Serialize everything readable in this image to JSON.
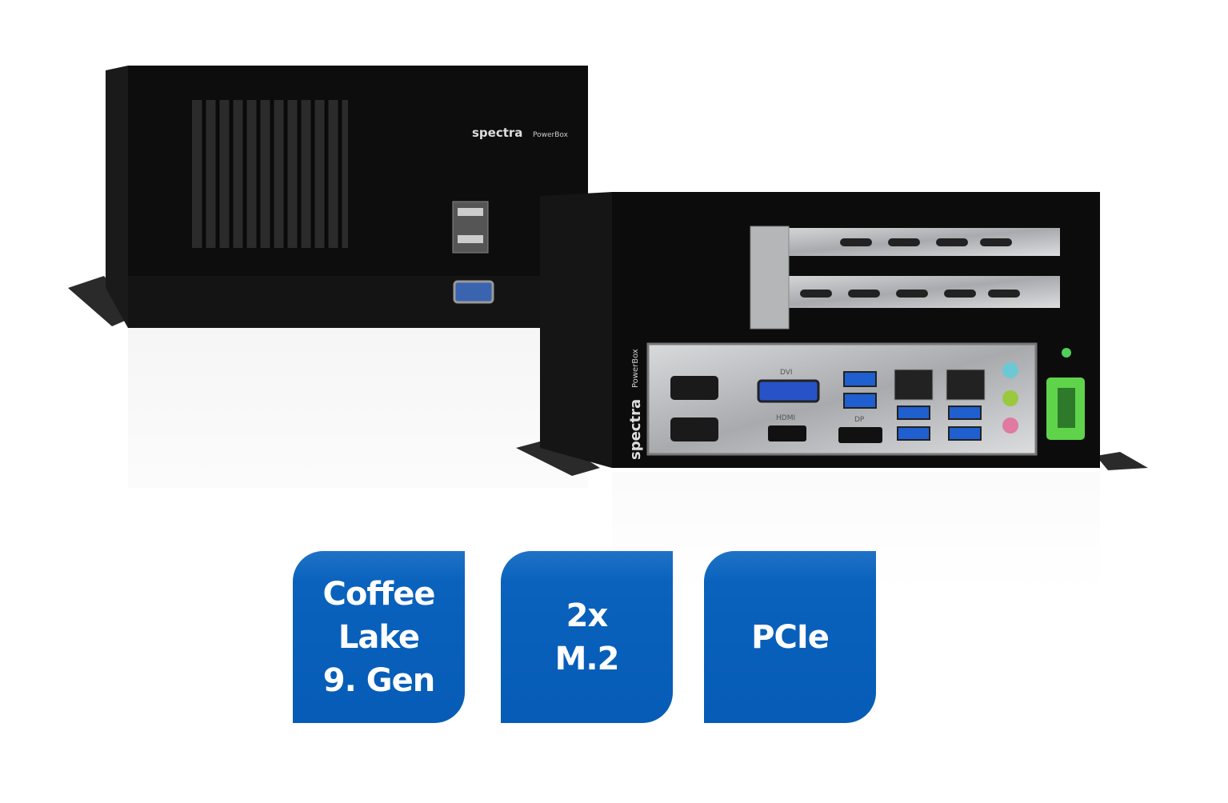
{
  "product": {
    "brand_logo": "spectra",
    "model_logo": "PowerBox",
    "port_labels": [
      "DVI",
      "HDMI",
      "DP"
    ]
  },
  "badges": [
    {
      "lines": [
        "Coffee",
        "Lake",
        "9. Gen"
      ]
    },
    {
      "lines": [
        "2x",
        "M.2"
      ]
    },
    {
      "lines": [
        "PCIe"
      ]
    }
  ],
  "colors": {
    "badge_blue": "#065cb6",
    "chassis": "#111111",
    "terminal_green": "#5fd34a"
  }
}
